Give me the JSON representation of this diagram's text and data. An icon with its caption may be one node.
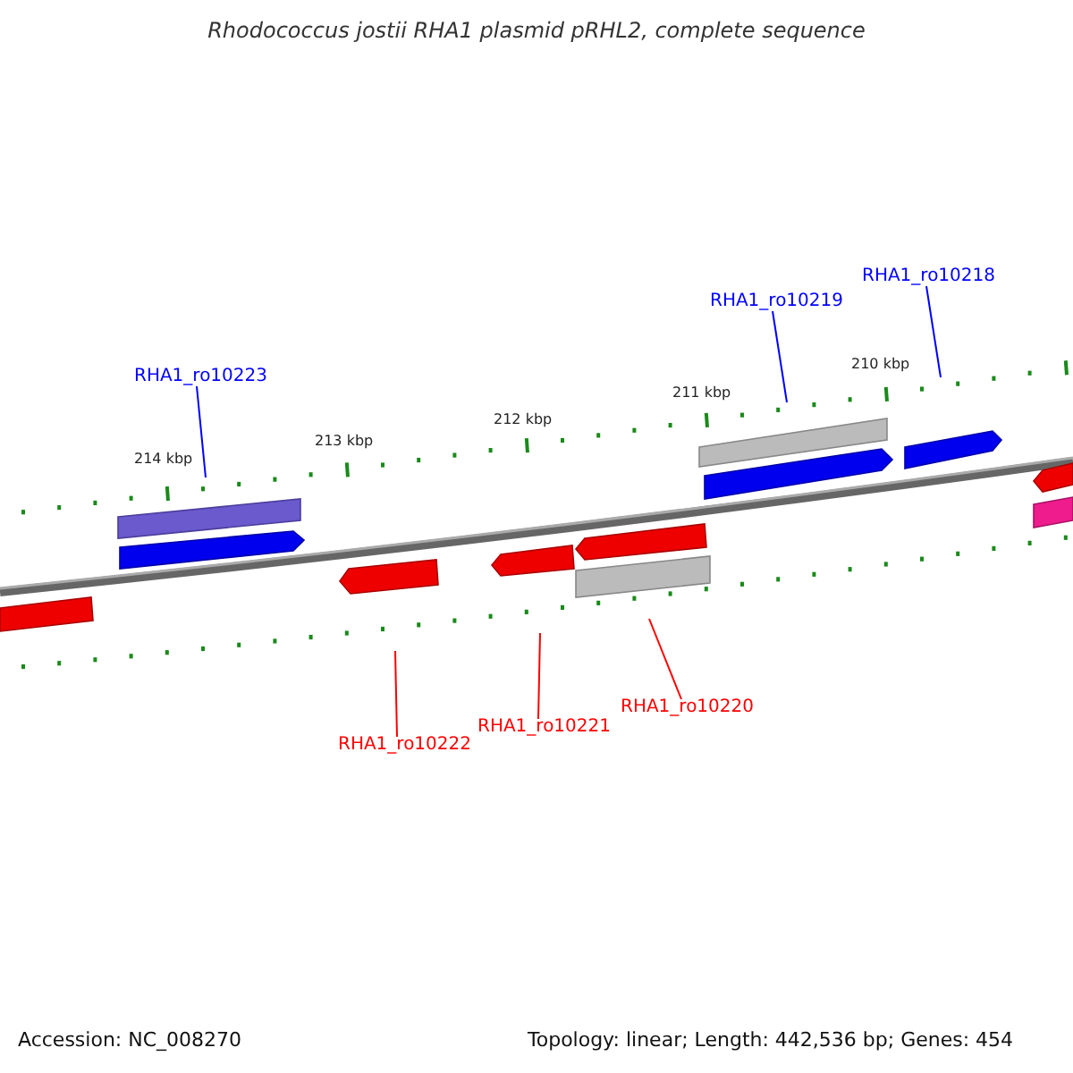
{
  "diagram": {
    "title": "Rhodococcus jostii RHA1 plasmid pRHL2, complete sequence",
    "nodes": [
      {
        "text": [
          "RHA1_ro10218"
        ]
      },
      {
        "text": [
          "RHA1_ro10219"
        ]
      },
      {
        "text": [
          "RHA1_ro10223"
        ]
      },
      {
        "text": [
          "RHA1_ro10220"
        ]
      },
      {
        "text": [
          "RHA1_ro10221"
        ]
      },
      {
        "text": [
          "RHA1_ro10222"
        ]
      }
    ],
    "edges": [
      {
        "from": 0,
        "to": null,
        "arrow": "none",
        "color": "#0000ff"
      },
      {
        "from": 1,
        "to": null,
        "arrow": "none",
        "color": "#0000ff"
      },
      {
        "from": 2,
        "to": null,
        "arrow": "none",
        "color": "#0000ff"
      },
      {
        "from": 3,
        "to": null,
        "arrow": "none",
        "color": "#ff0000"
      },
      {
        "from": 4,
        "to": null,
        "arrow": "none",
        "color": "#ff0000"
      },
      {
        "from": 5,
        "to": null,
        "arrow": "none",
        "color": "#ff0000"
      }
    ],
    "labels": [
      "210 kbp",
      "211 kbp",
      "212 kbp",
      "213 kbp",
      "214 kbp",
      "Accession: NC_008270",
      "Topology: linear; Length: 442,536 bp; Genes: 454"
    ]
  }
}
